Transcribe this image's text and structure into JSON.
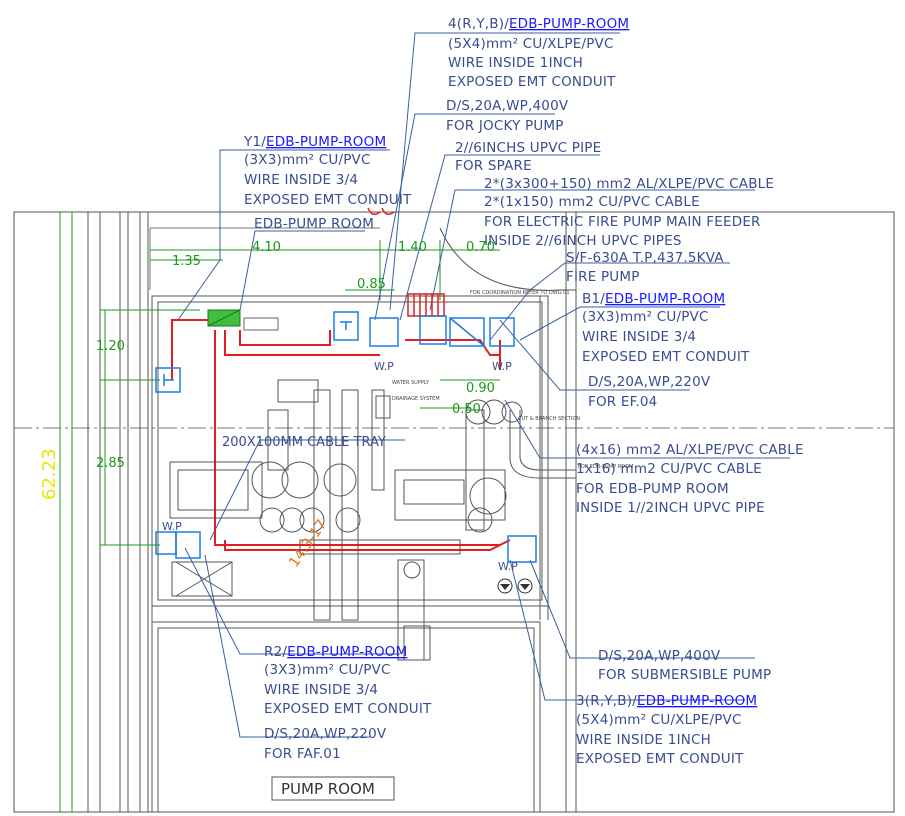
{
  "colors": {
    "wall": "#555555",
    "dim": "#1a9a1a",
    "leader": "#3a5fa0",
    "cable": "#e02020",
    "equipment": "#1a7fe0",
    "elevation": "#e6e600",
    "tag": "#1a1aff"
  },
  "callouts": {
    "pump4": {
      "title": "4(R,Y,B)/EDB-PUMP-ROOM",
      "line1": "(5X4)mm² CU/XLPE/PVC",
      "line2": "WIRE INSIDE 1INCH",
      "line3": "EXPOSED EMT CONDUIT"
    },
    "jocky": {
      "line1": "D/S,20A,WP,400V",
      "line2": "FOR JOCKY PUMP"
    },
    "spare": {
      "line1": "2//6INCHS UPVC PIPE",
      "line2": "FOR SPARE"
    },
    "y1": {
      "title": "Y1/EDB-PUMP-ROOM",
      "line1": "(3X3)mm² CU/PVC",
      "line2": "WIRE INSIDE 3/4",
      "line3": "EXPOSED EMT CONDUIT"
    },
    "feeder": {
      "line1": "2*(3x300+150) mm2 AL/XLPE/PVC CABLE",
      "line2": "2*(1x150) mm2 CU/PVC CABLE",
      "line3": "FOR ELECTRIC  FIRE PUMP MAIN FEEDER",
      "line4": "INSIDE 2//6INCH UPVC PIPES"
    },
    "edb": {
      "label": "EDB-PUMP ROOM"
    },
    "fire_pump": {
      "line1": "S/F-630A T.P,437.5KVA",
      "line2": "FIRE PUMP"
    },
    "b1": {
      "title": "B1/EDB-PUMP-ROOM",
      "line1": "(3X3)mm² CU/PVC",
      "line2": "WIRE INSIDE 3/4",
      "line3": "EXPOSED EMT CONDUIT"
    },
    "ef": {
      "line1": "D/S,20A,WP,220V",
      "line2": "FOR EF.04"
    },
    "edb_feed": {
      "line1": "(4x16) mm2 AL/XLPE/PVC CABLE",
      "line2": "1x16) mm2 CU/PVC CABLE",
      "line3": "FOR EDB-PUMP ROOM",
      "line4": "INSIDE 1//2INCH UPVC PIPE"
    },
    "tray": {
      "label": "200X100MM CABLE TRAY"
    },
    "submersible": {
      "line1": "D/S,20A,WP,400V",
      "line2": "FOR SUBMERSIBLE PUMP"
    },
    "r2": {
      "title": "R2/EDB-PUMP-ROOM",
      "line1": "(3X3)mm² CU/PVC",
      "line2": "WIRE INSIDE 3/4",
      "line3": "EXPOSED EMT CONDUIT"
    },
    "faf": {
      "line1": "D/S,20A,WP,220V",
      "line2": "FOR FAF.01"
    },
    "pump3": {
      "title": "3(R,Y,B)/EDB-PUMP-ROOM",
      "line1": "(5X4)mm² CU/XLPE/PVC",
      "line2": "WIRE INSIDE 1INCH",
      "line3": "EXPOSED EMT CONDUIT"
    }
  },
  "dimensions": {
    "d135": "1.35",
    "d410": "4.10",
    "d140": "1.40",
    "d070": "0.70",
    "d085": "0.85",
    "d120": "1.20",
    "d285": "2.85",
    "d090": "0.90",
    "d050": "0.50"
  },
  "elevation": "62.23",
  "room_label": "PUMP ROOM",
  "wp_label": "W.P",
  "orange_note": "14.3-17",
  "notes": {
    "coord": "FOR COORDINATION REFER TO DWG 01",
    "water": "WATER SUPPLY",
    "drain": "DRAINAGE SYSTEM",
    "cut": "CUT & BRANCH SECTION",
    "edb_small": "FOR EDB-PUMP ROOM"
  }
}
